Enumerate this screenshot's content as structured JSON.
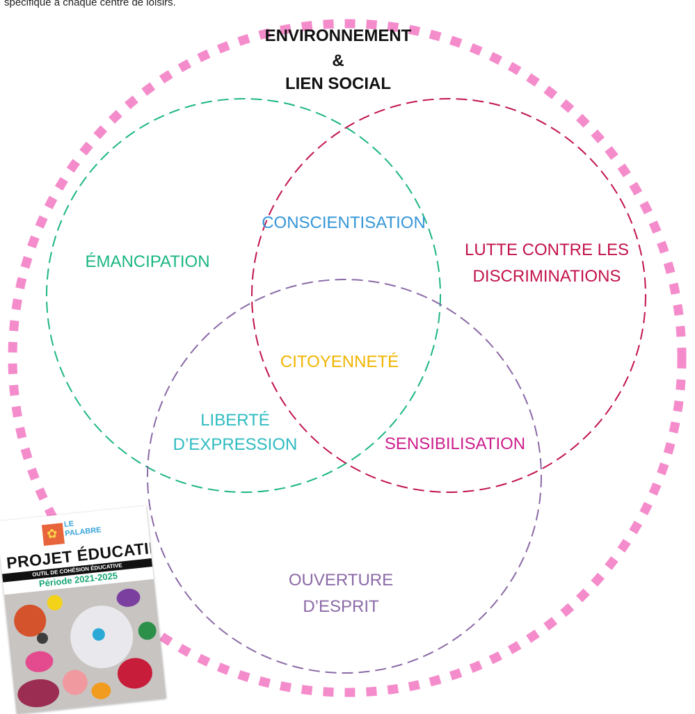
{
  "intro_text": "spécifique à chaque centre de loisirs.",
  "header": {
    "line1": "ENVIRONNEMENT",
    "line2": "&",
    "line3": "LIEN SOCIAL"
  },
  "colors": {
    "outer_ring": "#f48ccb",
    "green": "#1bb682",
    "crimson": "#c2134a",
    "purple": "#8a69a6",
    "blue": "#3596d8",
    "yellow": "#f0b400",
    "teal": "#2dbbc0",
    "magenta": "#cc1d8b"
  },
  "labels": {
    "emancipation": "ÉMANCIPATION",
    "conscientisation": "CONSCIENTISATION",
    "lutte_line1": "LUTTE CONTRE LES",
    "lutte_line2": "DISCRIMINATIONS",
    "citoyennete": "CITOYENNETÉ",
    "liberte_line1": "LIBERTÉ",
    "liberte_line2": "D’EXPRESSION",
    "sensibilisation": "SENSIBILISATION",
    "ouverture_line1": "OUVERTURE",
    "ouverture_line2": "D’ESPRIT"
  },
  "cover": {
    "brand_line1": "LE",
    "brand_line2": "PALABRE",
    "title": "PROJET ÉDUCATIF",
    "subtitle": "OUTIL DE COHÉSION ÉDUCATIVE",
    "period": "Période 2021-2025"
  }
}
